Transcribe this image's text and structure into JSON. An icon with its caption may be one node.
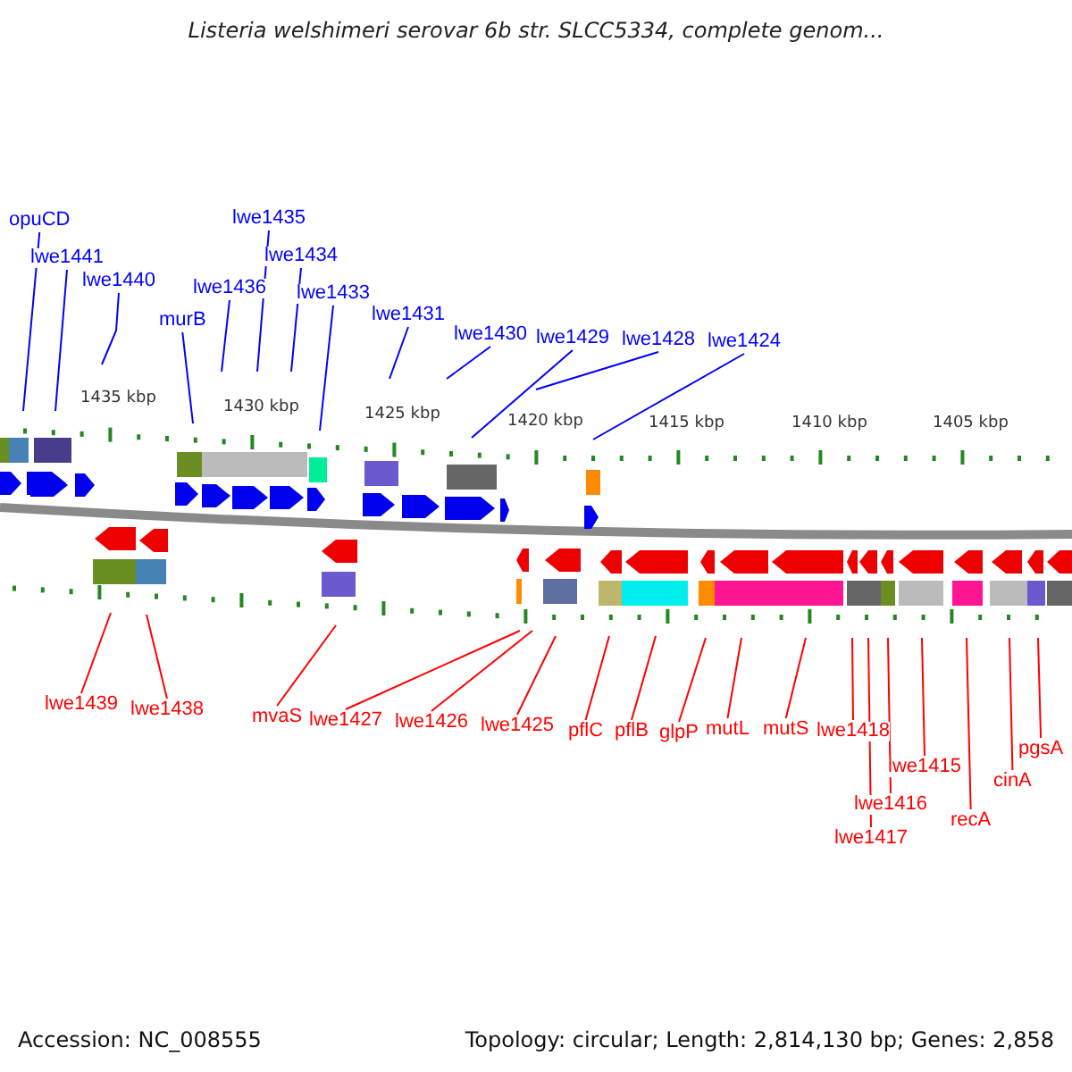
{
  "diagram": {
    "title": "Listeria welshimeri serovar 6b str. SLCC5334, complete genom...",
    "nodes": [
      {
        "text": [
          "opuCD"
        ]
      },
      {
        "text": [
          "lwe1441"
        ]
      },
      {
        "text": [
          "lwe1440"
        ]
      },
      {
        "text": [
          "murB"
        ]
      },
      {
        "text": [
          "lwe1436"
        ]
      },
      {
        "text": [
          "lwe1435"
        ]
      },
      {
        "text": [
          "lwe1434"
        ]
      },
      {
        "text": [
          "lwe1433"
        ]
      },
      {
        "text": [
          "lwe1431"
        ]
      },
      {
        "text": [
          "lwe1430"
        ]
      },
      {
        "text": [
          "lwe1429"
        ]
      },
      {
        "text": [
          "lwe1428"
        ]
      },
      {
        "text": [
          "lwe1424"
        ]
      },
      {
        "text": [
          "lwe1439"
        ]
      },
      {
        "text": [
          "lwe1438"
        ]
      },
      {
        "text": [
          "mvaS"
        ]
      },
      {
        "text": [
          "lwe1427"
        ]
      },
      {
        "text": [
          "lwe1426"
        ]
      },
      {
        "text": [
          "lwe1425"
        ]
      },
      {
        "text": [
          "pflC"
        ]
      },
      {
        "text": [
          "pflB"
        ]
      },
      {
        "text": [
          "glpP"
        ]
      },
      {
        "text": [
          "mutL"
        ]
      },
      {
        "text": [
          "mutS"
        ]
      },
      {
        "text": [
          "lwe1418"
        ]
      },
      {
        "text": [
          "lwe1417"
        ]
      },
      {
        "text": [
          "lwe1416"
        ]
      },
      {
        "text": [
          "lwe1415"
        ]
      },
      {
        "text": [
          "recA"
        ]
      },
      {
        "text": [
          "cinA"
        ]
      },
      {
        "text": [
          "pgsA"
        ]
      }
    ],
    "edges": [
      {
        "from": 0,
        "to": null,
        "arrow": "none",
        "color": "#0000ff"
      },
      {
        "from": 1,
        "to": null,
        "arrow": "none",
        "color": "#0000ff"
      },
      {
        "from": 2,
        "to": null,
        "arrow": "none",
        "color": "#0000ff"
      },
      {
        "from": 3,
        "to": null,
        "arrow": "none",
        "color": "#0000ff"
      },
      {
        "from": 4,
        "to": null,
        "arrow": "none",
        "color": "#0000ff"
      },
      {
        "from": 5,
        "to": null,
        "arrow": "none",
        "color": "#0000ff"
      },
      {
        "from": 6,
        "to": null,
        "arrow": "none",
        "color": "#0000ff"
      },
      {
        "from": 7,
        "to": null,
        "arrow": "none",
        "color": "#0000ff"
      },
      {
        "from": 8,
        "to": null,
        "arrow": "none",
        "color": "#0000ff"
      },
      {
        "from": 9,
        "to": null,
        "arrow": "none",
        "color": "#0000ff"
      },
      {
        "from": 10,
        "to": null,
        "arrow": "none",
        "color": "#0000ff"
      },
      {
        "from": 11,
        "to": null,
        "arrow": "none",
        "color": "#0000ff"
      },
      {
        "from": 12,
        "to": null,
        "arrow": "none",
        "color": "#0000ff"
      },
      {
        "from": 13,
        "to": null,
        "arrow": "none"
      },
      {
        "from": 14,
        "to": null,
        "arrow": "none"
      },
      {
        "from": 15,
        "to": null,
        "arrow": "none"
      },
      {
        "from": 16,
        "to": null,
        "arrow": "none"
      },
      {
        "from": 17,
        "to": null,
        "arrow": "none"
      },
      {
        "from": 18,
        "to": null,
        "arrow": "none"
      },
      {
        "from": 19,
        "to": null,
        "arrow": "none"
      },
      {
        "from": 20,
        "to": null,
        "arrow": "none"
      },
      {
        "from": 21,
        "to": null,
        "arrow": "none"
      },
      {
        "from": 22,
        "to": null,
        "arrow": "none"
      },
      {
        "from": 23,
        "to": null,
        "arrow": "none"
      },
      {
        "from": 24,
        "to": null,
        "arrow": "none"
      },
      {
        "from": 25,
        "to": null,
        "arrow": "none"
      },
      {
        "from": 26,
        "to": null,
        "arrow": "none"
      },
      {
        "from": 27,
        "to": null,
        "arrow": "none"
      },
      {
        "from": 28,
        "to": null,
        "arrow": "none"
      },
      {
        "from": 29,
        "to": null,
        "arrow": "none"
      },
      {
        "from": 30,
        "to": null,
        "arrow": "none"
      }
    ],
    "labels": [
      "1435 kbp",
      "1430 kbp",
      "1425 kbp",
      "1420 kbp",
      "1415 kbp",
      "1410 kbp",
      "1405 kbp",
      "Accession: NC_008555",
      "Topology: circular; Length: 2,814,130 bp; Genes: 2,858"
    ]
  }
}
